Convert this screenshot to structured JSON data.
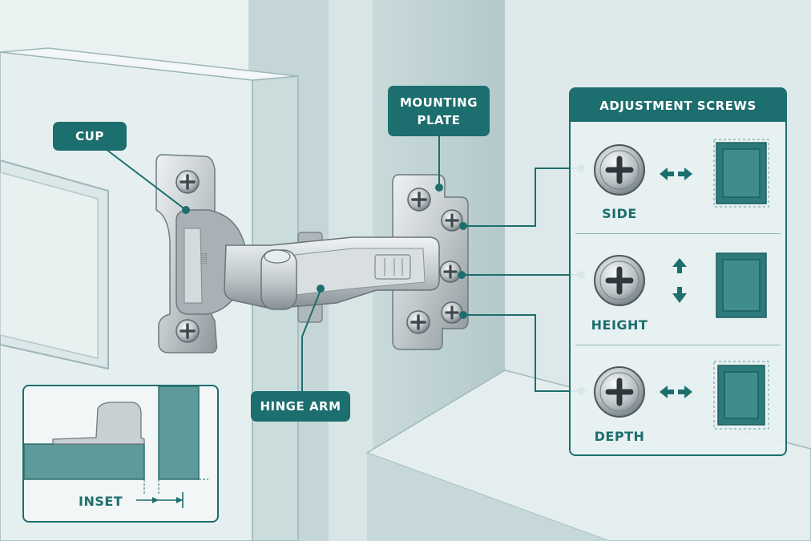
{
  "labels": {
    "cup": "CUP",
    "mounting_plate_line1": "MOUNTING",
    "mounting_plate_line2": "PLATE",
    "hinge_arm": "HINGE ARM",
    "inset": "INSET"
  },
  "adjustment_panel": {
    "title": "ADJUSTMENT SCREWS",
    "rows": [
      {
        "label": "SIDE",
        "direction": "horizontal"
      },
      {
        "label": "HEIGHT",
        "direction": "vertical"
      },
      {
        "label": "DEPTH",
        "direction": "horizontal"
      }
    ]
  },
  "colors": {
    "accent": "#1d6e6e",
    "background": "#dfe9ea",
    "metal": "#c5ccce"
  },
  "icons": [
    "phillips-screw-icon",
    "horizontal-arrows-icon",
    "vertical-arrows-icon",
    "cabinet-door-icon"
  ]
}
